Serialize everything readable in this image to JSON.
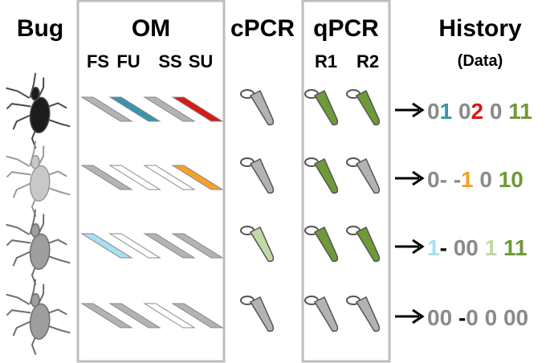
{
  "headers": {
    "bug": "Bug",
    "om": "OM",
    "om_subs": [
      "FS",
      "FU",
      "SS",
      "SU"
    ],
    "cpcr": "cPCR",
    "qpcr": "qPCR",
    "qpcr_subs": [
      "R1",
      "R2"
    ],
    "history": "History",
    "history_sub": "(Data)"
  },
  "colors": {
    "grey": "#b3b3b3",
    "blue": "#3b94ab",
    "red": "#d61a16",
    "orange": "#f5a02a",
    "light_blue": "#a8dff2",
    "green": "#6e9a37",
    "light_green": "#c2d9a5",
    "text_grey": "#8a8a8a"
  },
  "rows": [
    {
      "bug_icon": "dark-bug-icon",
      "bug_tone": "dark",
      "slides": [
        "grey",
        "blue",
        "grey",
        "red"
      ],
      "cpcr": "grey",
      "qpcr": [
        "green",
        "green"
      ],
      "history": [
        {
          "t": "0",
          "c": "text_grey"
        },
        {
          "t": "1",
          "c": "blue"
        },
        {
          "t": " ",
          "c": "text_grey"
        },
        {
          "t": "0",
          "c": "text_grey"
        },
        {
          "t": "2",
          "c": "red"
        },
        {
          "t": " ",
          "c": "text_grey"
        },
        {
          "t": "0",
          "c": "text_grey"
        },
        {
          "t": " ",
          "c": "text_grey"
        },
        {
          "t": "11",
          "c": "green"
        }
      ]
    },
    {
      "bug_icon": "pale-bug-icon",
      "bug_tone": "pale",
      "slides": [
        "grey",
        "white",
        "white",
        "orange"
      ],
      "cpcr": "grey",
      "qpcr": [
        "green",
        "grey"
      ],
      "history": [
        {
          "t": "0",
          "c": "text_grey"
        },
        {
          "t": "-",
          "c": "text_grey"
        },
        {
          "t": " ",
          "c": "text_grey"
        },
        {
          "t": "-",
          "c": "text_grey"
        },
        {
          "t": "1",
          "c": "orange"
        },
        {
          "t": " ",
          "c": "text_grey"
        },
        {
          "t": "0",
          "c": "text_grey"
        },
        {
          "t": " ",
          "c": "text_grey"
        },
        {
          "t": "10",
          "c": "green"
        }
      ]
    },
    {
      "bug_icon": "grey-bug-icon",
      "bug_tone": "mid",
      "slides": [
        "light_blue",
        "white",
        "grey",
        "grey"
      ],
      "cpcr": "light_green",
      "qpcr": [
        "green",
        "green"
      ],
      "history": [
        {
          "t": "1",
          "c": "light_blue"
        },
        {
          "t": "-",
          "c": "black"
        },
        {
          "t": " ",
          "c": "text_grey"
        },
        {
          "t": "00",
          "c": "text_grey"
        },
        {
          "t": " ",
          "c": "text_grey"
        },
        {
          "t": "1",
          "c": "light_green"
        },
        {
          "t": " ",
          "c": "text_grey"
        },
        {
          "t": "11",
          "c": "green"
        }
      ]
    },
    {
      "bug_icon": "grey-bug-icon",
      "bug_tone": "mid",
      "slides": [
        "grey",
        "grey",
        "white",
        "grey"
      ],
      "cpcr": "grey",
      "qpcr": [
        "grey",
        "grey"
      ],
      "history": [
        {
          "t": "00",
          "c": "text_grey"
        },
        {
          "t": " ",
          "c": "text_grey"
        },
        {
          "t": "-",
          "c": "black"
        },
        {
          "t": "0",
          "c": "text_grey"
        },
        {
          "t": " ",
          "c": "text_grey"
        },
        {
          "t": "0",
          "c": "text_grey"
        },
        {
          "t": " ",
          "c": "text_grey"
        },
        {
          "t": "00",
          "c": "text_grey"
        }
      ]
    }
  ]
}
